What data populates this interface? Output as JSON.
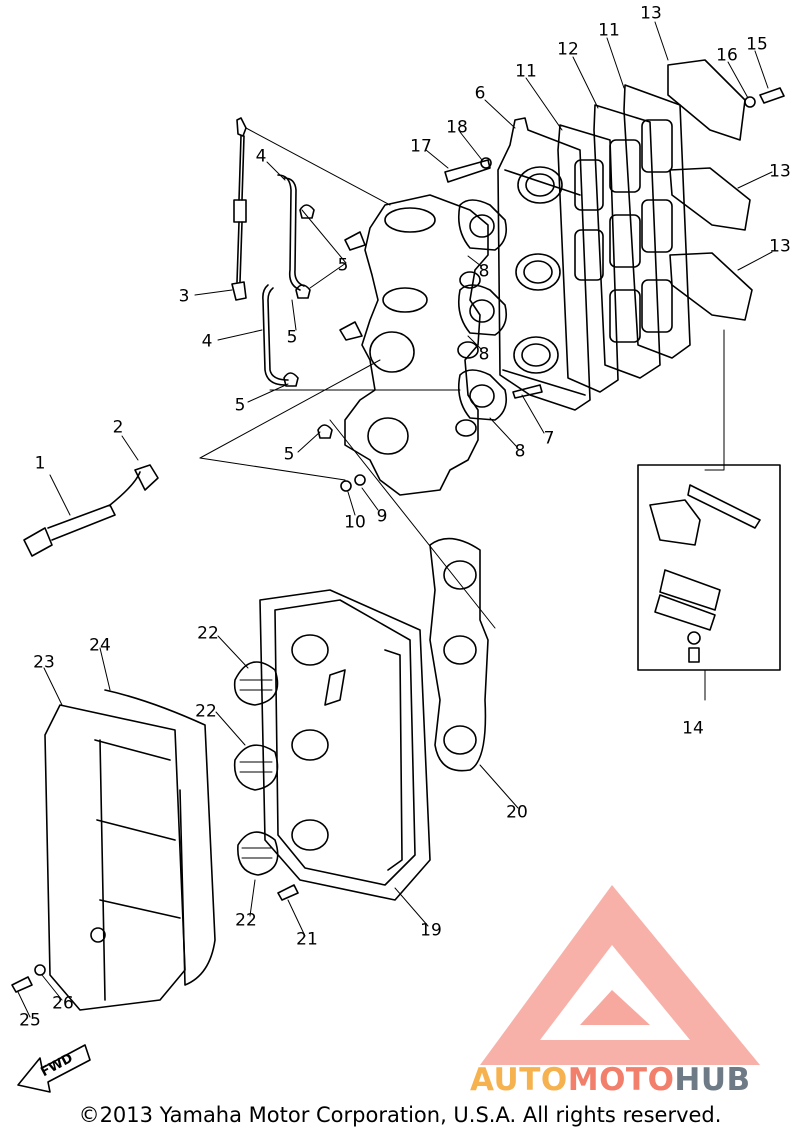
{
  "diagram": {
    "callouts": [
      "1",
      "2",
      "3",
      "4",
      "4",
      "5",
      "5",
      "5",
      "5",
      "6",
      "7",
      "8",
      "8",
      "8",
      "9",
      "10",
      "11",
      "11",
      "12",
      "13",
      "13",
      "13",
      "14",
      "15",
      "16",
      "17",
      "18",
      "19",
      "20",
      "21",
      "22",
      "22",
      "22",
      "23",
      "24",
      "25",
      "26"
    ]
  },
  "direction_marker": {
    "label": "FWD"
  },
  "watermark": {
    "part1": "AUTO",
    "part2": "MOTO",
    "part3": "HUB",
    "colors": [
      "#f6b24e",
      "#f27f6b",
      "#6e7b87"
    ]
  },
  "footer": {
    "copyright": "©2013 Yamaha Motor Corporation, U.S.A. All rights reserved."
  }
}
